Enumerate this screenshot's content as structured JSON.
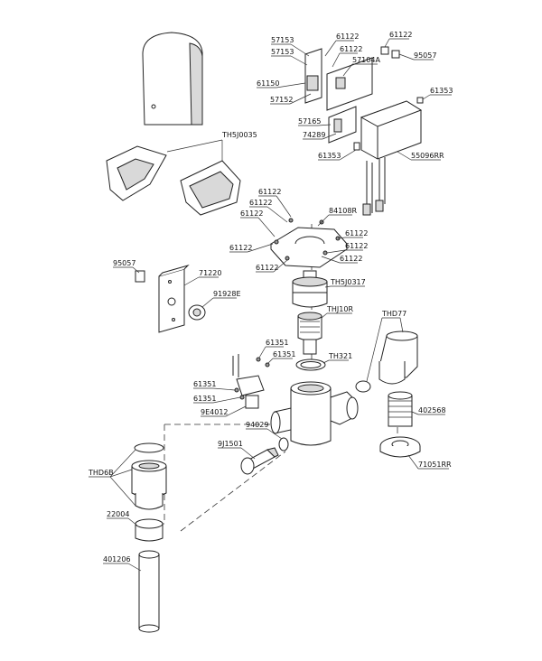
{
  "parts": {
    "p57153a": "57153",
    "p57153b": "57153",
    "p61122_top1": "61122",
    "p61122_top2": "61122",
    "p61122_top3": "61122",
    "p57104A": "57104A",
    "p95057_top": "95057",
    "p61150": "61150",
    "p61353_a": "61353",
    "p57152": "57152",
    "p57165": "57165",
    "p74289": "74289",
    "p61353_b": "61353",
    "p55096RR": "55096RR",
    "pTH5J0035": "TH5J0035",
    "p61122_m1": "61122",
    "p61122_m2": "61122",
    "p61122_m3": "61122",
    "p84108R": "84108R",
    "p61122_m4": "61122",
    "p61122_m5": "61122",
    "p61122_m6": "61122",
    "p61122_m7": "61122",
    "p61122_m8": "61122",
    "p95057_mid": "95057",
    "p71220": "71220",
    "p91928E": "91928E",
    "pTH5J0317": "TH5J0317",
    "pTHJ10R": "THJ10R",
    "pTHD77": "THD77",
    "p61351_a": "61351",
    "p61351_b": "61351",
    "p61351_c": "61351",
    "p61351_d": "61351",
    "pTH321": "TH321",
    "p9E4012": "9E4012",
    "p402568": "402568",
    "p94029": "94029",
    "p9J1501": "9J1501",
    "p71051RR": "71051RR",
    "pTHD6B": "THD6B",
    "p22004": "22004",
    "p401206": "401206"
  }
}
